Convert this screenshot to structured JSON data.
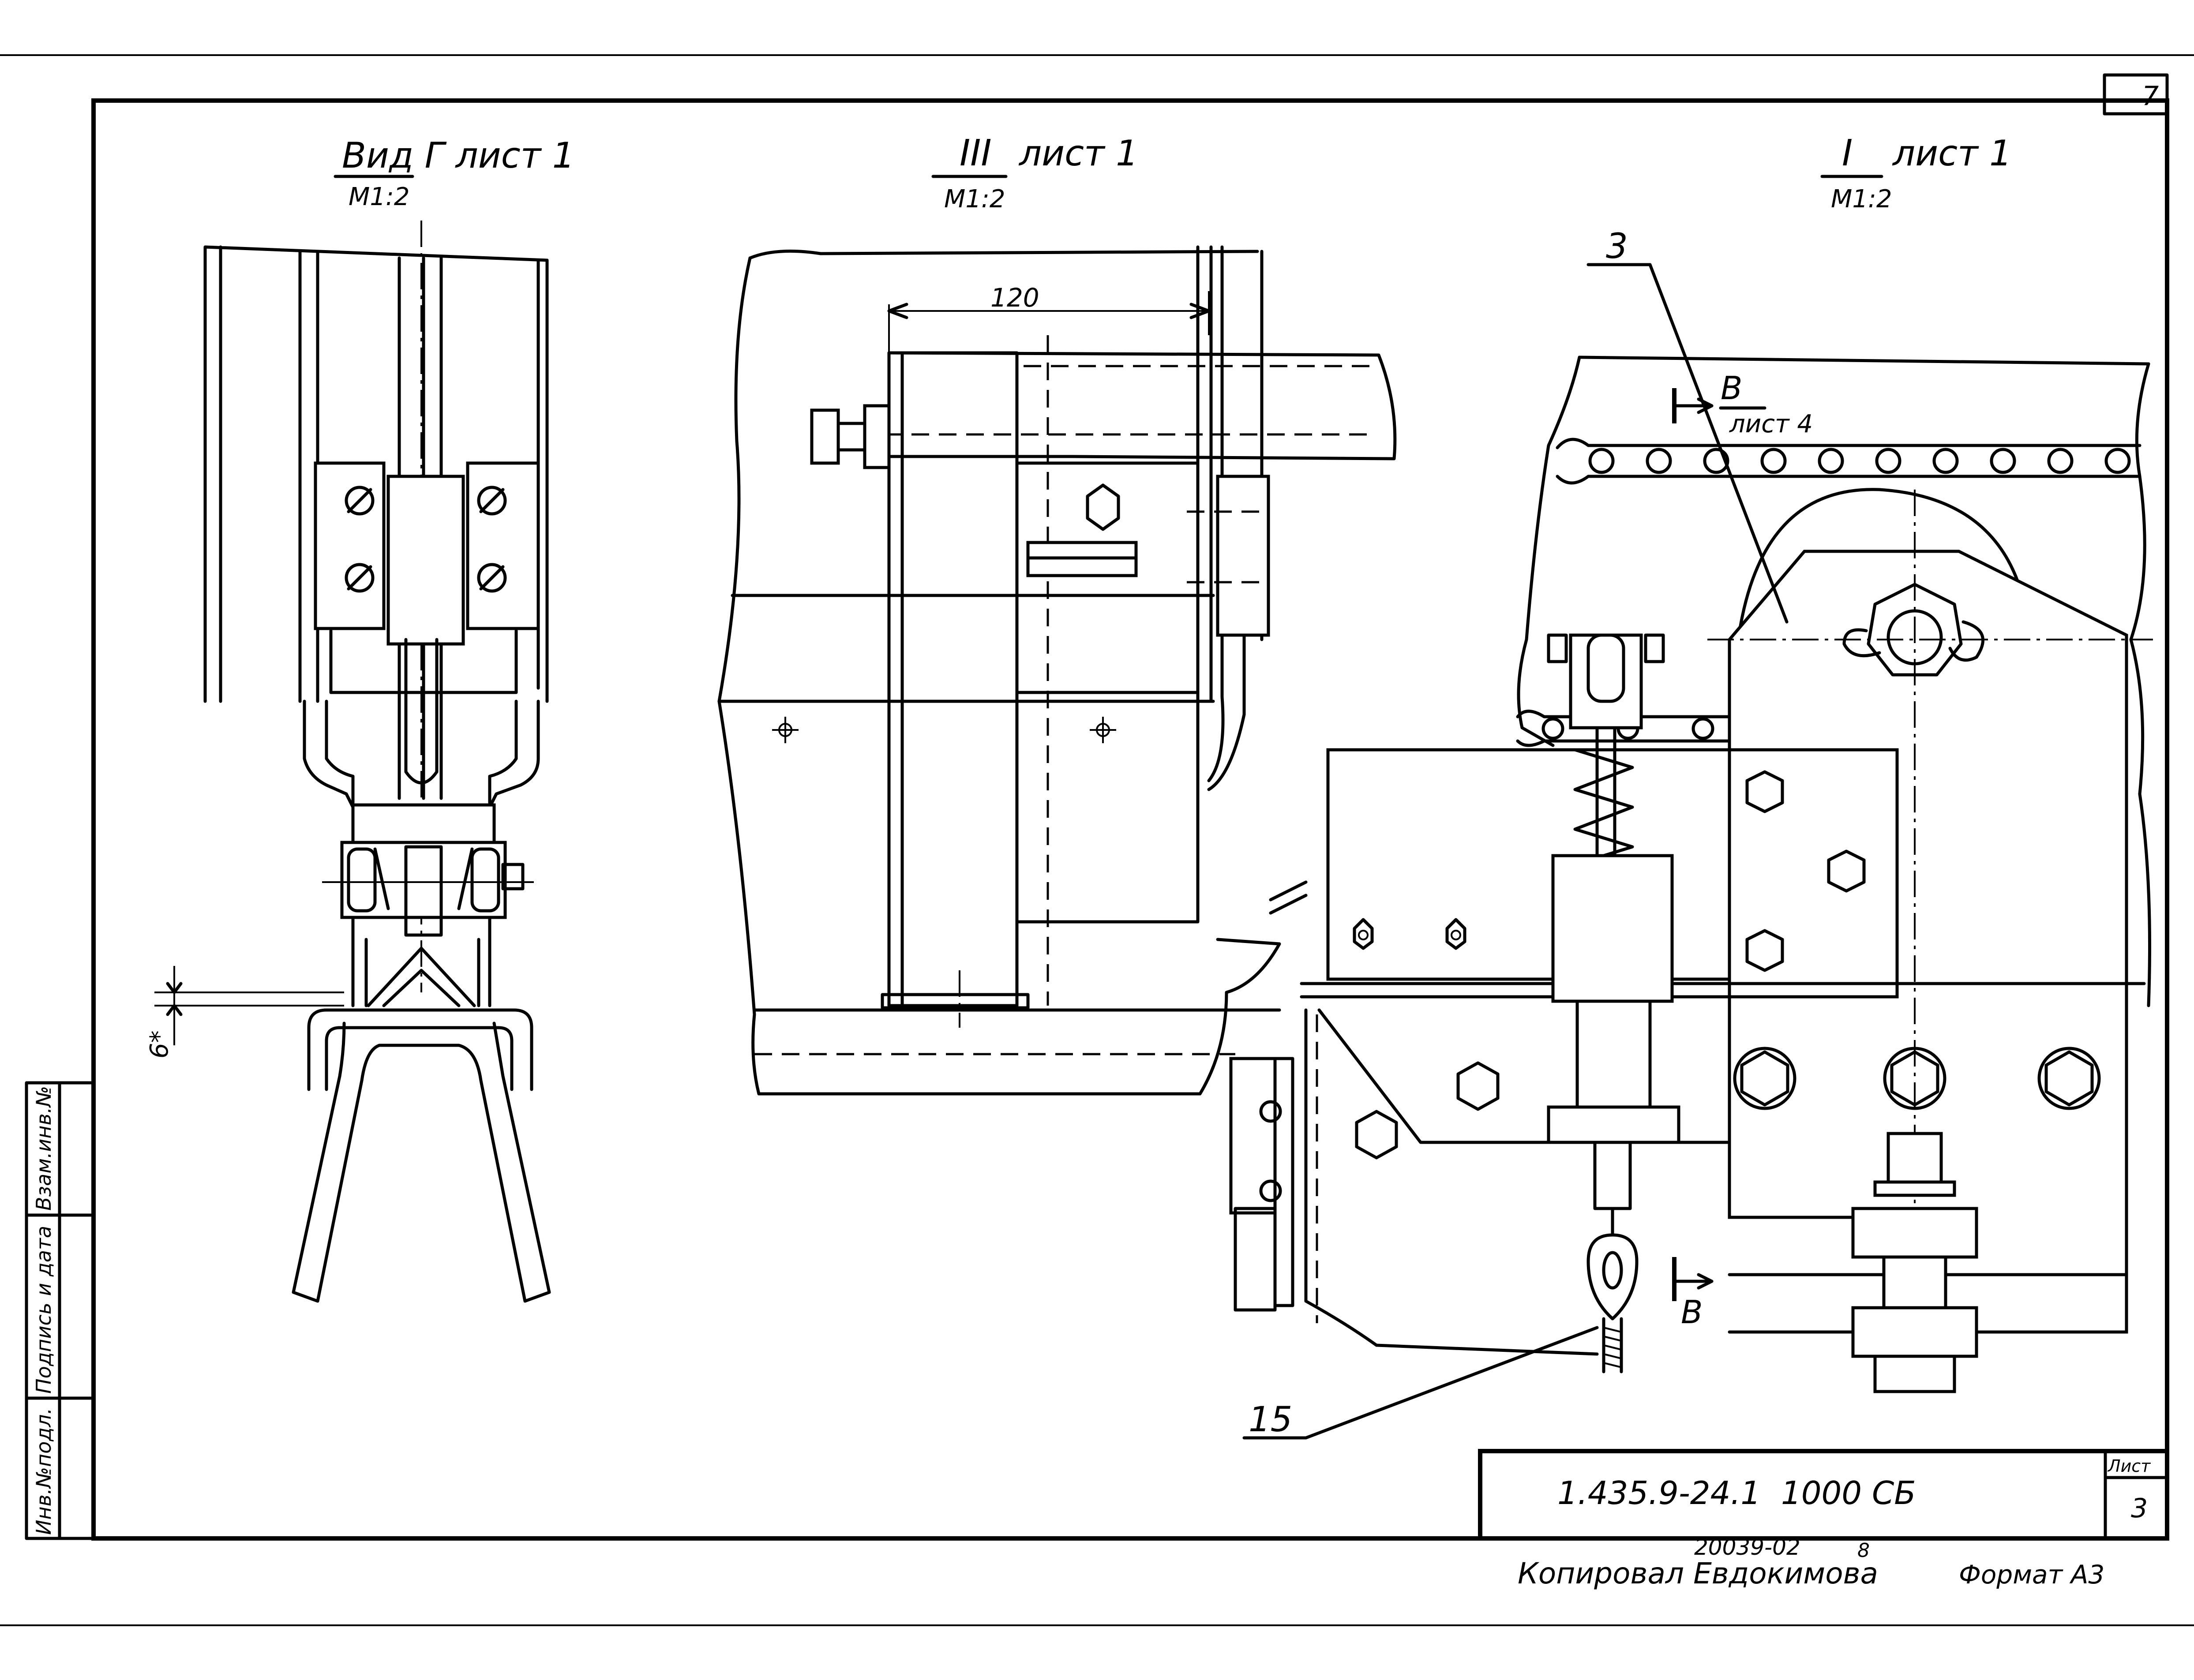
{
  "sheet_number": "7",
  "views": {
    "view_g": {
      "title": "Вид Г лист 1",
      "scale": "М1:2"
    },
    "view_iii": {
      "title_mark": "III",
      "title_sheet": "лист 1",
      "scale": "М1:2"
    },
    "view_i": {
      "title_mark": "I",
      "title_sheet": "лист 1",
      "scale": "М1:2"
    }
  },
  "dimensions": {
    "width_120": "120",
    "gap_6": "6*"
  },
  "callouts": {
    "part_3": "3",
    "part_15": "15"
  },
  "section_marks": {
    "b_top": "В",
    "b_top_sheet": "лист 4",
    "b_bottom": "В"
  },
  "side_stamp": {
    "col1": "Инв.№подл.",
    "col2": "Подпись и дата",
    "col3": "Взам.инв.№"
  },
  "title_block": {
    "designation": "1.435.9-24.1  1000 СБ",
    "sheet_label": "Лист",
    "sheet_value": "3"
  },
  "footer": {
    "order_number": "20039-02",
    "order_suffix": "8",
    "copied_by": "Копировал Евдокимова",
    "format": "Формат А3"
  }
}
